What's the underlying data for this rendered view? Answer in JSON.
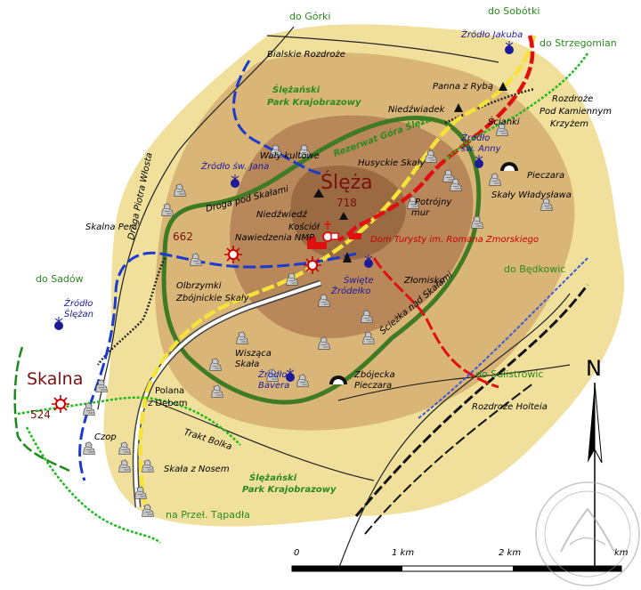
{
  "map": {
    "peaks": {
      "sleza": {
        "name": "Ślęża",
        "elev": "718"
      },
      "radunia_side": {
        "elev": "662"
      },
      "skalna": {
        "name": "Skalna",
        "elev": "524"
      }
    },
    "directions": {
      "gorki": "do Górki",
      "sobotki": "do Sobótki",
      "strzegomian": "do Strzegomian",
      "sadow": "do Sadów",
      "bedkowic": "do Będkowic",
      "sulistrowic": "do Sulistrowic",
      "tapadla": "na Przeł. Tąpadła"
    },
    "park": {
      "line1": "Ślężański",
      "line2": "Park Krajobrazowy"
    },
    "reserve": "Rezerwat Góra Ślęża",
    "springs": {
      "jakuba": "Źródło Jakuba",
      "jana": "Źródło św. Jana",
      "anny_1": "Źródło",
      "anny_2": "św. Anny",
      "slezan_1": "Źródło",
      "slezan_2": "Ślężan",
      "swiete_1": "Święte",
      "swiete_2": "Źródełko",
      "bavera_1": "Źródło",
      "bavera_2": "Bavera"
    },
    "places": {
      "bialskie": "Bialskie Rozdroże",
      "panna": "Panna z Rybą",
      "niedzwiadek": "Niedźwiadek",
      "rozdroze_1": "Rozdroże",
      "rozdroze_2": "Pod Kamiennym",
      "rozdroze_3": "Krzyżem",
      "scianki": "Ścianki",
      "waly": "Wały kultowe",
      "husyckie": "Husyckie Skały",
      "pieczara": "Pieczara",
      "wladyslawa": "Skały Władysława",
      "potrojny_1": "Potrójny",
      "potrojny_2": "mur",
      "zlomisko": "Złomisko",
      "niedzwiedz": "Niedźwiedź",
      "kosciol_1": "Kościół",
      "kosciol_2": "Nawiedzenia NMP",
      "dom": "Dom Turysty im. Romana Zmorskiego",
      "olbrzymki": "Olbrzymki",
      "zbojnickie": "Zbójnickie Skały",
      "skalna_perc": "Skalna Perć",
      "wiszaca_1": "Wisząca",
      "wiszaca_2": "Skała",
      "zbojecka_1": "Zbójecka",
      "zbojecka_2": "Pieczara",
      "polana_1": "Polana",
      "polana_2": "z Dębem",
      "czop": "Czop",
      "skala_nosem": "Skała z Nosem",
      "holteia": "Rozdroże Holteia"
    },
    "roads": {
      "piotra": "Droga Piotra Włosta",
      "pod_skalami": "Droga pod Skałami",
      "bolka": "Trakt Bolka",
      "nad_skalami": "Ścieżka nad Skałami"
    },
    "scale": {
      "z": "0",
      "one": "1 km",
      "two": "2 km",
      "unit": "km"
    },
    "north": "N"
  }
}
